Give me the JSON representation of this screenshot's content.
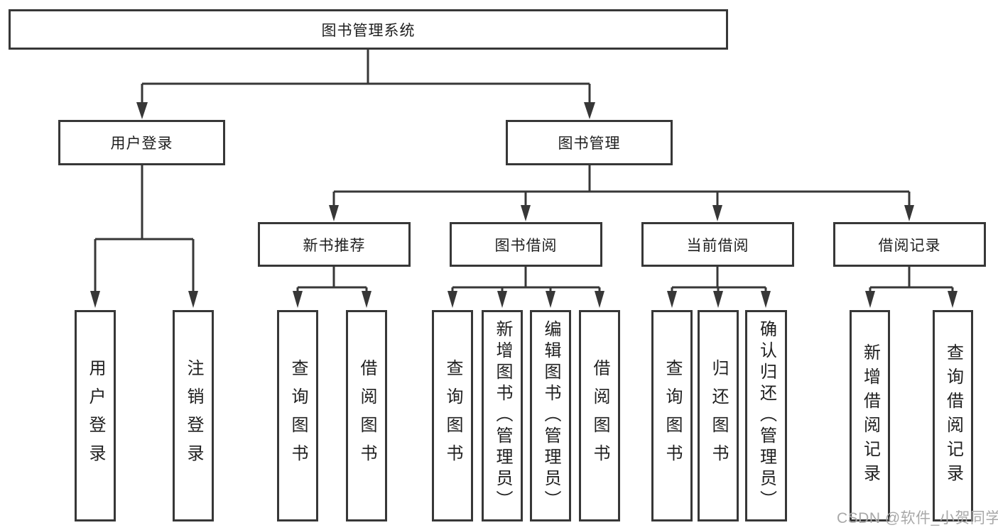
{
  "title": {
    "label": "图书管理系统"
  },
  "nodes": {
    "user_login": {
      "label": "用户登录"
    },
    "book_mgmt": {
      "label": "图书管理"
    },
    "new_books": {
      "label": "新书推荐"
    },
    "book_borrow": {
      "label": "图书借阅"
    },
    "current_borrow": {
      "label": "当前借阅"
    },
    "borrow_records": {
      "label": "借阅记录"
    }
  },
  "leaves": {
    "user_login": [
      "用户登录",
      "注销登录"
    ],
    "new_books": [
      "查询图书",
      "借阅图书"
    ],
    "book_borrow": [
      "查询图书",
      "新增图书（管理员）",
      "编辑图书（管理员）",
      "借阅图书"
    ],
    "current_borrow": [
      "查询图书",
      "归还图书",
      "确认归还（管理员）"
    ],
    "borrow_records": [
      "新增借阅记录",
      "查询借阅记录"
    ]
  },
  "watermark": "CSDN @软件_小贺同学",
  "colors": {
    "line": "#373737",
    "box_border": "#373737",
    "text": "#1f1f1f",
    "background": "#ffffff",
    "watermark": "#a8a8a8"
  }
}
